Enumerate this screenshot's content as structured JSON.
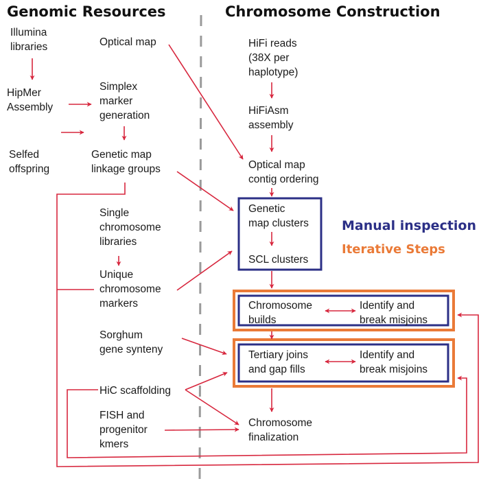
{
  "headings": {
    "left": "Genomic Resources",
    "right": "Chromosome Construction"
  },
  "legend": {
    "manual": {
      "label": "Manual inspection",
      "color": "#2b2f86"
    },
    "iterative": {
      "label": "Iterative Steps",
      "color": "#ea7a37"
    }
  },
  "colors": {
    "arrow": "#d7263d",
    "divider": "#9a9a9a"
  },
  "genomic_resources": {
    "illumina": [
      "Illumina",
      "libraries"
    ],
    "optical_map": [
      "Optical map"
    ],
    "hipmer": [
      "HipMer",
      "Assembly"
    ],
    "simplex": [
      "Simplex",
      "marker",
      "generation"
    ],
    "selfed": [
      "Selfed",
      "offspring"
    ],
    "genetic_map": [
      "Genetic map",
      "linkage groups"
    ],
    "single_chrom": [
      "Single",
      "chromosome",
      "libraries"
    ],
    "unique_markers": [
      "Unique",
      "chromosome",
      "markers"
    ],
    "sorghum": [
      "Sorghum",
      "gene synteny"
    ],
    "hic": [
      "HiC scaffolding"
    ],
    "fish": [
      "FISH and",
      "progenitor",
      "kmers"
    ]
  },
  "chromosome_construction": {
    "hifi_reads": [
      "HiFi reads",
      "(38X per",
      "haplotype)"
    ],
    "hifiasm": [
      "HiFiAsm",
      "assembly"
    ],
    "optical_ordering": [
      "Optical map",
      "contig ordering"
    ],
    "genetic_clusters": [
      "Genetic",
      "map clusters"
    ],
    "scl_clusters": [
      "SCL clusters"
    ],
    "chrom_builds": [
      "Chromosome",
      "builds"
    ],
    "identify_break_1": [
      "Identify and",
      "break misjoins"
    ],
    "tertiary_joins": [
      "Tertiary joins",
      "and gap fills"
    ],
    "identify_break_2": [
      "Identify and",
      "break misjoins"
    ],
    "finalization": [
      "Chromosome",
      "finalization"
    ]
  }
}
